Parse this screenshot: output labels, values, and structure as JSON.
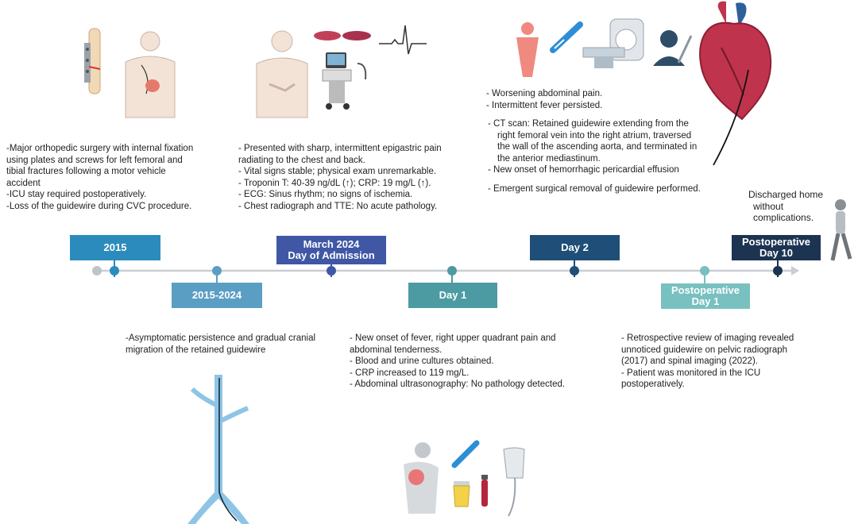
{
  "colors": {
    "c2015": "#2b8bbd",
    "c2015_2024": "#5b9ec4",
    "admission": "#3f57a5",
    "day1": "#4c9aa2",
    "day2": "#1f4f78",
    "postop1": "#79c0c0",
    "postop10": "#1c3452"
  },
  "milestones": {
    "m2015": "2015",
    "m2015_2024": "2015-2024",
    "admission_l1": "March 2024",
    "admission_l2": "Day of Admission",
    "day1": "Day 1",
    "day2": "Day 2",
    "postop1_l1": "Postoperative",
    "postop1_l2": "Day 1",
    "postop10_l1": "Postoperative",
    "postop10_l2": "Day 10"
  },
  "notes": {
    "n2015": [
      "-Major orthopedic surgery with internal fixation",
      "using plates and screws for left femoral and",
      "tibial fractures following a motor vehicle",
      "accident",
      "-ICU stay required postoperatively.",
      "-Loss of the guidewire during CVC procedure."
    ],
    "admission": [
      "- Presented with sharp, intermittent epigastric pain",
      "radiating to the chest and back.",
      "- Vital signs stable; physical exam unremarkable.",
      "- Troponin T: 40-39 ng/dL (↑); CRP: 19 mg/L (↑).",
      "- ECG: Sinus rhythm; no signs of ischemia.",
      "- Chest radiograph and TTE: No acute pathology."
    ],
    "day2_a": [
      "- Worsening abdominal pain.",
      "- Intermittent fever persisted."
    ],
    "day2_b": [
      "-   CT scan: Retained guidewire extending from the",
      "right femoral vein into the right atrium, traversed",
      "the wall of the ascending aorta, and terminated in",
      "the anterior mediastinum.",
      "-   New onset of hemorrhagic pericardial effusion"
    ],
    "day2_c": [
      "- Emergent surgical removal of guidewire performed."
    ],
    "discharge": [
      "Discharged home",
      "without",
      "complications."
    ],
    "n2015_2024": [
      "-Asymptomatic persistence and gradual cranial",
      "migration of the retained guidewire"
    ],
    "day1": [
      "- New onset of fever, right upper quadrant pain and",
      "abdominal tenderness.",
      "- Blood and urine cultures obtained.",
      "- CRP increased to 119 mg/L.",
      "- Abdominal ultrasonography: No pathology detected."
    ],
    "postop1": [
      "- Retrospective review of imaging revealed",
      "unnoticed guidewire on pelvic radiograph",
      "(2017) and spinal imaging (2022).",
      "- Patient was monitored in the ICU",
      "postoperatively."
    ]
  }
}
